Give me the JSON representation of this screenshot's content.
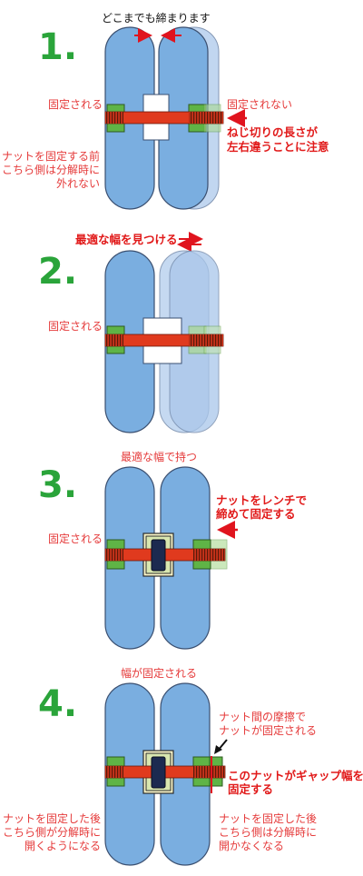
{
  "steps": [
    {
      "number": "1.",
      "title": "どこまでも締まります",
      "left_label": "固定される",
      "right_label": "固定されない",
      "note_left": [
        "ナットを固定する前",
        "こちら側は分解時に",
        "外れない"
      ],
      "warning": [
        "ねじ切りの長さが",
        "左右違うことに注意"
      ]
    },
    {
      "number": "2.",
      "title": "最適な幅を見つける",
      "left_label": "固定される"
    },
    {
      "number": "3.",
      "title": "最適な幅で持つ",
      "left_label": "固定される",
      "instruction": [
        "ナットをレンチで",
        "締めて固定する"
      ]
    },
    {
      "number": "4.",
      "title": "幅が固定される",
      "right_note": [
        "ナット間の摩擦で",
        "ナットが固定される"
      ],
      "warning": [
        "このナットがギャップ幅を",
        "固定する"
      ],
      "note_left": [
        "ナットを固定した後",
        "こちら側が分解時に",
        "開くようになる"
      ],
      "note_right": [
        "ナットを固定した後",
        "こちら側は分解時に",
        "開かなくなる"
      ]
    }
  ],
  "colors": {
    "paddle": "#7aaee0",
    "paddle_ghost": "#b7d0ee",
    "bolt": "#e03a1e",
    "nut": "#5fb446",
    "arrow": "#e0141e",
    "step_number": "#2aa43a"
  }
}
